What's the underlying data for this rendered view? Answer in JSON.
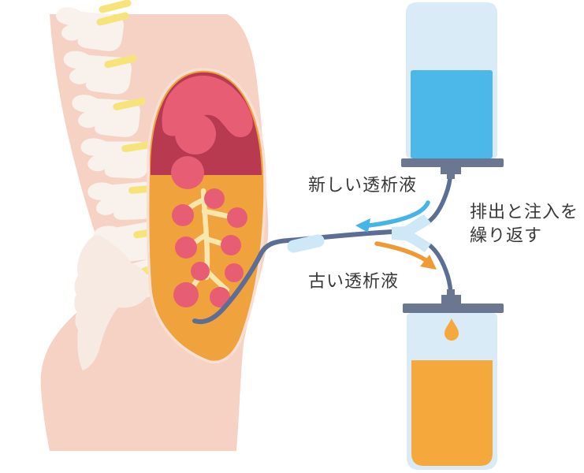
{
  "labels": {
    "fresh_dialysate": "新しい透析液",
    "used_dialysate": "古い透析液",
    "exchange_note": "排出と注入を\n繰り返す"
  },
  "colors": {
    "background": "#ffffff",
    "skin": "#f5d2c4",
    "bone": "#f9f1eb",
    "sacrum_bone": "#f7eae3",
    "disc_yellow": "#f6e47a",
    "cavity_red": "#b73a51",
    "organ_pink": "#e75d74",
    "peritoneal_orange": "#f0a23d",
    "peritoneum_outline": "#f8dfd4",
    "mesentery_yellow": "#f8e7ac",
    "tube_slate": "#5c6e93",
    "clamp_gray": "#6b7691",
    "connector_light_blue": "#cfe8f8",
    "bag_light_blue": "#d9ebf7",
    "fresh_fluid_blue": "#4cb8e9",
    "used_fluid_orange": "#f5a93c",
    "arrow_blue": "#45b5e9",
    "arrow_orange": "#f09a33",
    "label_text": "#383838"
  },
  "icons": {
    "fresh_flow_arrow": "curved-arrow-left",
    "drain_flow_arrow": "curved-arrow-down-right",
    "droplet": "drop-shape"
  }
}
